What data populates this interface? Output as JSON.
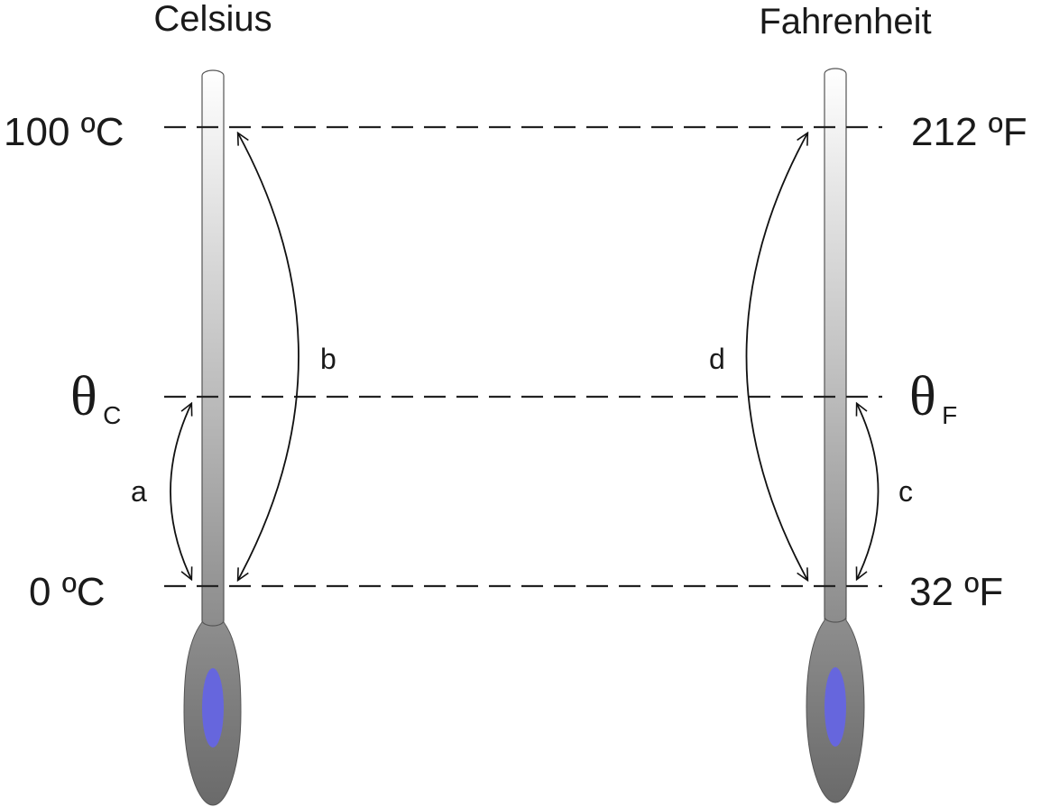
{
  "celsius": {
    "title": "Celsius",
    "top_label": "100 ºC",
    "mid_symbol": "θ",
    "mid_subscript": "C",
    "bottom_label": "0 ºC"
  },
  "fahrenheit": {
    "title": "Fahrenheit",
    "top_label": "212 ºF",
    "mid_symbol": "θ",
    "mid_subscript": "F",
    "bottom_label": "32 ºF"
  },
  "arcs": {
    "a": "a",
    "b": "b",
    "c": "c",
    "d": "d"
  },
  "colors": {
    "bulb_fill": "#6666dd",
    "bulb_outer": "#808080",
    "tube_top": "#ffffff",
    "tube_bottom": "#8a8a8a",
    "line": "#222222"
  }
}
